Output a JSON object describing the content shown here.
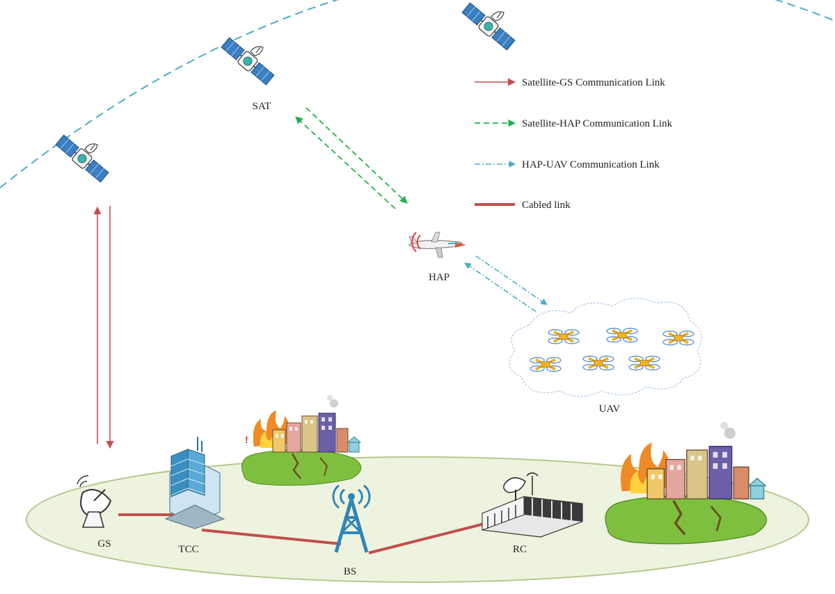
{
  "labels": {
    "sat": "SAT",
    "hap": "HAP",
    "uav": "UAV",
    "gs": "GS",
    "tcc": "TCC",
    "bs": "BS",
    "rc": "RC"
  },
  "legend": [
    {
      "label": "Satellite-GS Communication Link",
      "style": "solid-arrow",
      "color": "#c0504d"
    },
    {
      "label": "Satellite-HAP Communication Link",
      "style": "dashed-arrow",
      "color": "#22b14c"
    },
    {
      "label": "HAP-UAV Communication Link",
      "style": "dashdot-arrow",
      "color": "#4bacc6"
    },
    {
      "label": "Cabled link",
      "style": "thick-line",
      "color": "#c0504d"
    }
  ],
  "colors": {
    "orbit": "#4bacc6",
    "ground": "#eef3df",
    "ground_edge": "#b4c98e",
    "satellite_panel": "#3a7fc1",
    "building": "#3a8fc0",
    "tower": "#2f86b7",
    "grass": "#7fbf3f",
    "fire": "#f08a24",
    "uav_body": "#f0b429"
  }
}
